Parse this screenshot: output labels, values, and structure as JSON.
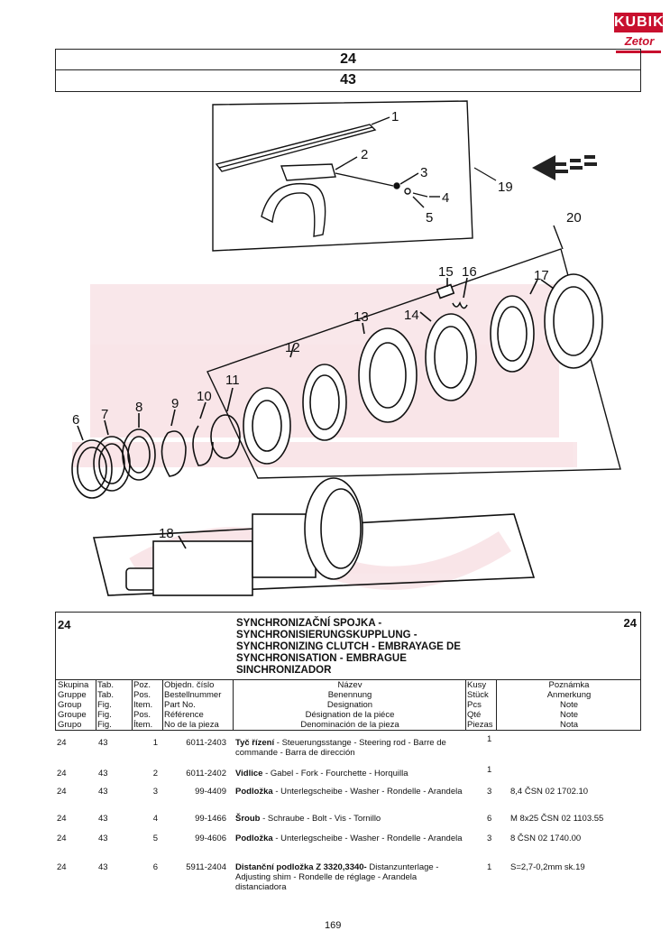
{
  "logo": {
    "brand": "KUBIK",
    "sub": "Zetor"
  },
  "header": {
    "group": "24",
    "figure": "43"
  },
  "callouts": [
    "1",
    "2",
    "3",
    "4",
    "5",
    "6",
    "7",
    "8",
    "9",
    "10",
    "11",
    "12",
    "13",
    "14",
    "15",
    "16",
    "17",
    "18",
    "19",
    "20"
  ],
  "title": {
    "group_left": "24",
    "group_right": "24",
    "lines": [
      "SYNCHRONIZAČNÍ SPOJKA -",
      "SYNCHRONISIERUNGSKUPPLUNG -",
      "SYNCHRONIZING CLUTCH - EMBRAYAGE DE",
      "SYNCHRONISATION - EMBRAGUE",
      "SINCHRONIZADOR"
    ]
  },
  "columns": {
    "group": [
      "Skupina",
      "Gruppe",
      "Group",
      "Groupe",
      "Grupo"
    ],
    "fig": [
      "Tab.",
      "Tab.",
      "Fig.",
      "Fig.",
      "Fig."
    ],
    "item": [
      "Poz.",
      "Pos.",
      "Item.",
      "Pos.",
      "Ítem."
    ],
    "part": [
      "Objedn. číslo",
      "Bestellnummer",
      "Part No.",
      "Référence",
      "No de la pieza"
    ],
    "name": [
      "Název",
      "Benennung",
      "Designation",
      "Désignation de la piéce",
      "Denominación de la pieza"
    ],
    "qty": [
      "Kusy",
      "Stück",
      "Pcs",
      "Qté",
      "Piezas"
    ],
    "note": [
      "Poznámka",
      "Anmerkung",
      "Note",
      "Note",
      "Nota"
    ]
  },
  "rows": [
    {
      "group": "24",
      "fig": "43",
      "item": "1",
      "part": "6011-2403",
      "name_bold": "Tyč řízení",
      "name_rest": " - Steuerungsstange - Steering rod - Barre de commande - Barra de dirección",
      "qty": "1",
      "note": ""
    },
    {
      "group": "24",
      "fig": "43",
      "item": "2",
      "part": "6011-2402",
      "name_bold": "Vidlice",
      "name_rest": " - Gabel - Fork - Fourchette - Horquilla",
      "qty": "1",
      "note": ""
    },
    {
      "group": "24",
      "fig": "43",
      "item": "3",
      "part": "99-4409",
      "name_bold": "Podložka",
      "name_rest": " - Unterlegscheibe - Washer - Rondelle - Arandela",
      "qty": "3",
      "note": "8,4 ČSN 02 1702.10"
    },
    {
      "group": "24",
      "fig": "43",
      "item": "4",
      "part": "99-1466",
      "name_bold": "Šroub",
      "name_rest": " - Schraube - Bolt - Vis - Tornillo",
      "qty": "6",
      "note": "M 8x25 ČSN 02 1103.55"
    },
    {
      "group": "24",
      "fig": "43",
      "item": "5",
      "part": "99-4606",
      "name_bold": "Podložka",
      "name_rest": " - Unterlegscheibe - Washer - Rondelle - Arandela",
      "qty": "3",
      "note": "8 ČSN 02 1740.00"
    },
    {
      "group": "24",
      "fig": "43",
      "item": "6",
      "part": "5911-2404",
      "name_bold": "Distanční podložka Z 3320,3340-",
      "name_rest": " Distanzunterlage - Adjusting shim - Rondelle de réglage - Arandela distanciadora",
      "qty": "1",
      "note": "S=2,7-0,2mm sk.19"
    }
  ],
  "page_number": "169"
}
